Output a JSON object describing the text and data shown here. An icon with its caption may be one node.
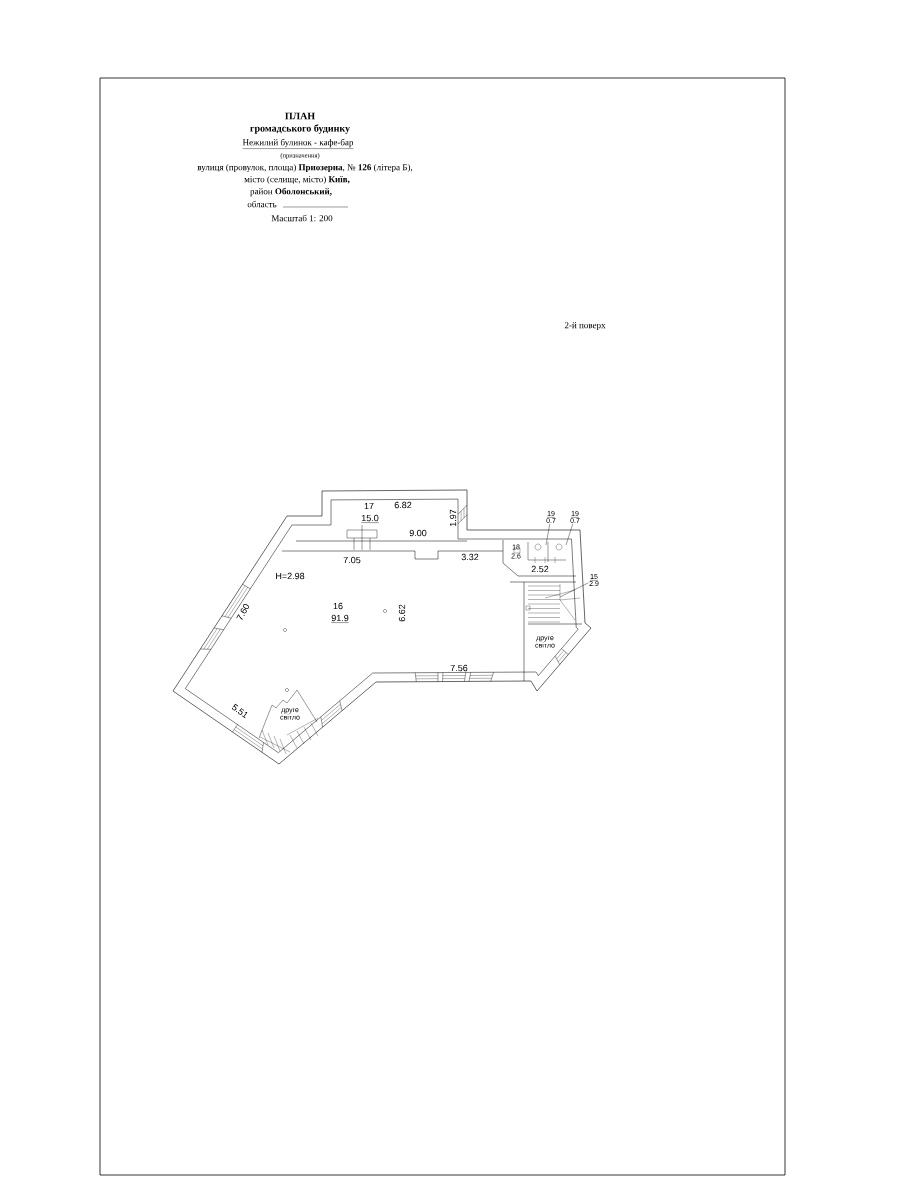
{
  "diagram": {
    "title": "ПЛАН",
    "nodes": [
      {
        "text": [
          "19",
          "0.7"
        ]
      },
      {
        "text": [
          "19",
          "0.7"
        ]
      },
      {
        "text": [
          "15",
          "2.9"
        ]
      }
    ],
    "edges": [
      {
        "from": 0,
        "to": null,
        "arrow": "none"
      },
      {
        "from": 1,
        "to": null,
        "arrow": "none"
      },
      {
        "from": 2,
        "to": null,
        "arrow": "none"
      }
    ],
    "labels": [
      "громадського будинку",
      "Нежилий булинок - кафе-бар",
      "(призначення)",
      "вулиця (провулок, площа) **Приозерна**, № **126** (літера Б),",
      "місто (селище, місто) **Київ,**",
      "район **Оболонський,**",
      "область",
      "Масштаб 1: 200",
      "2-й поверх",
      "17",
      "15.0",
      "6.82",
      "9.00",
      "1.97",
      "7.05",
      "3.32",
      "H=2.98",
      "16",
      "91.9",
      "6.62",
      "7.60",
      "5.51",
      "друге світло",
      "7.56",
      "18",
      "2.6",
      "2.52",
      "друге світло"
    ]
  }
}
